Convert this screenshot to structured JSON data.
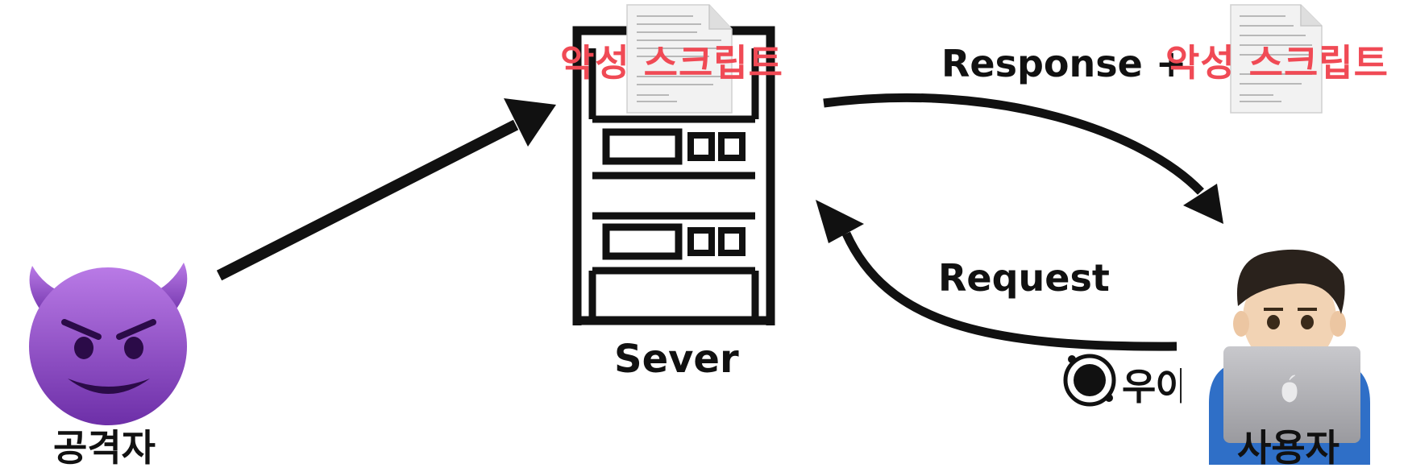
{
  "nodes": {
    "attacker": {
      "label": "공격자",
      "icon": "devil-face-icon"
    },
    "server": {
      "label": "Sever",
      "icon": "server-rack-icon",
      "payload": "악성 스크립트"
    },
    "user": {
      "label": "사용자",
      "icon": "user-laptop-icon"
    }
  },
  "edges": {
    "response": {
      "label": "Response +",
      "payload": "악성 스크립트"
    },
    "request": {
      "label": "Request"
    }
  },
  "watermark": {
    "text": "우아"
  },
  "colors": {
    "malicious": "#f04a55",
    "stroke": "#111111",
    "devil": "#8e4bc7"
  }
}
